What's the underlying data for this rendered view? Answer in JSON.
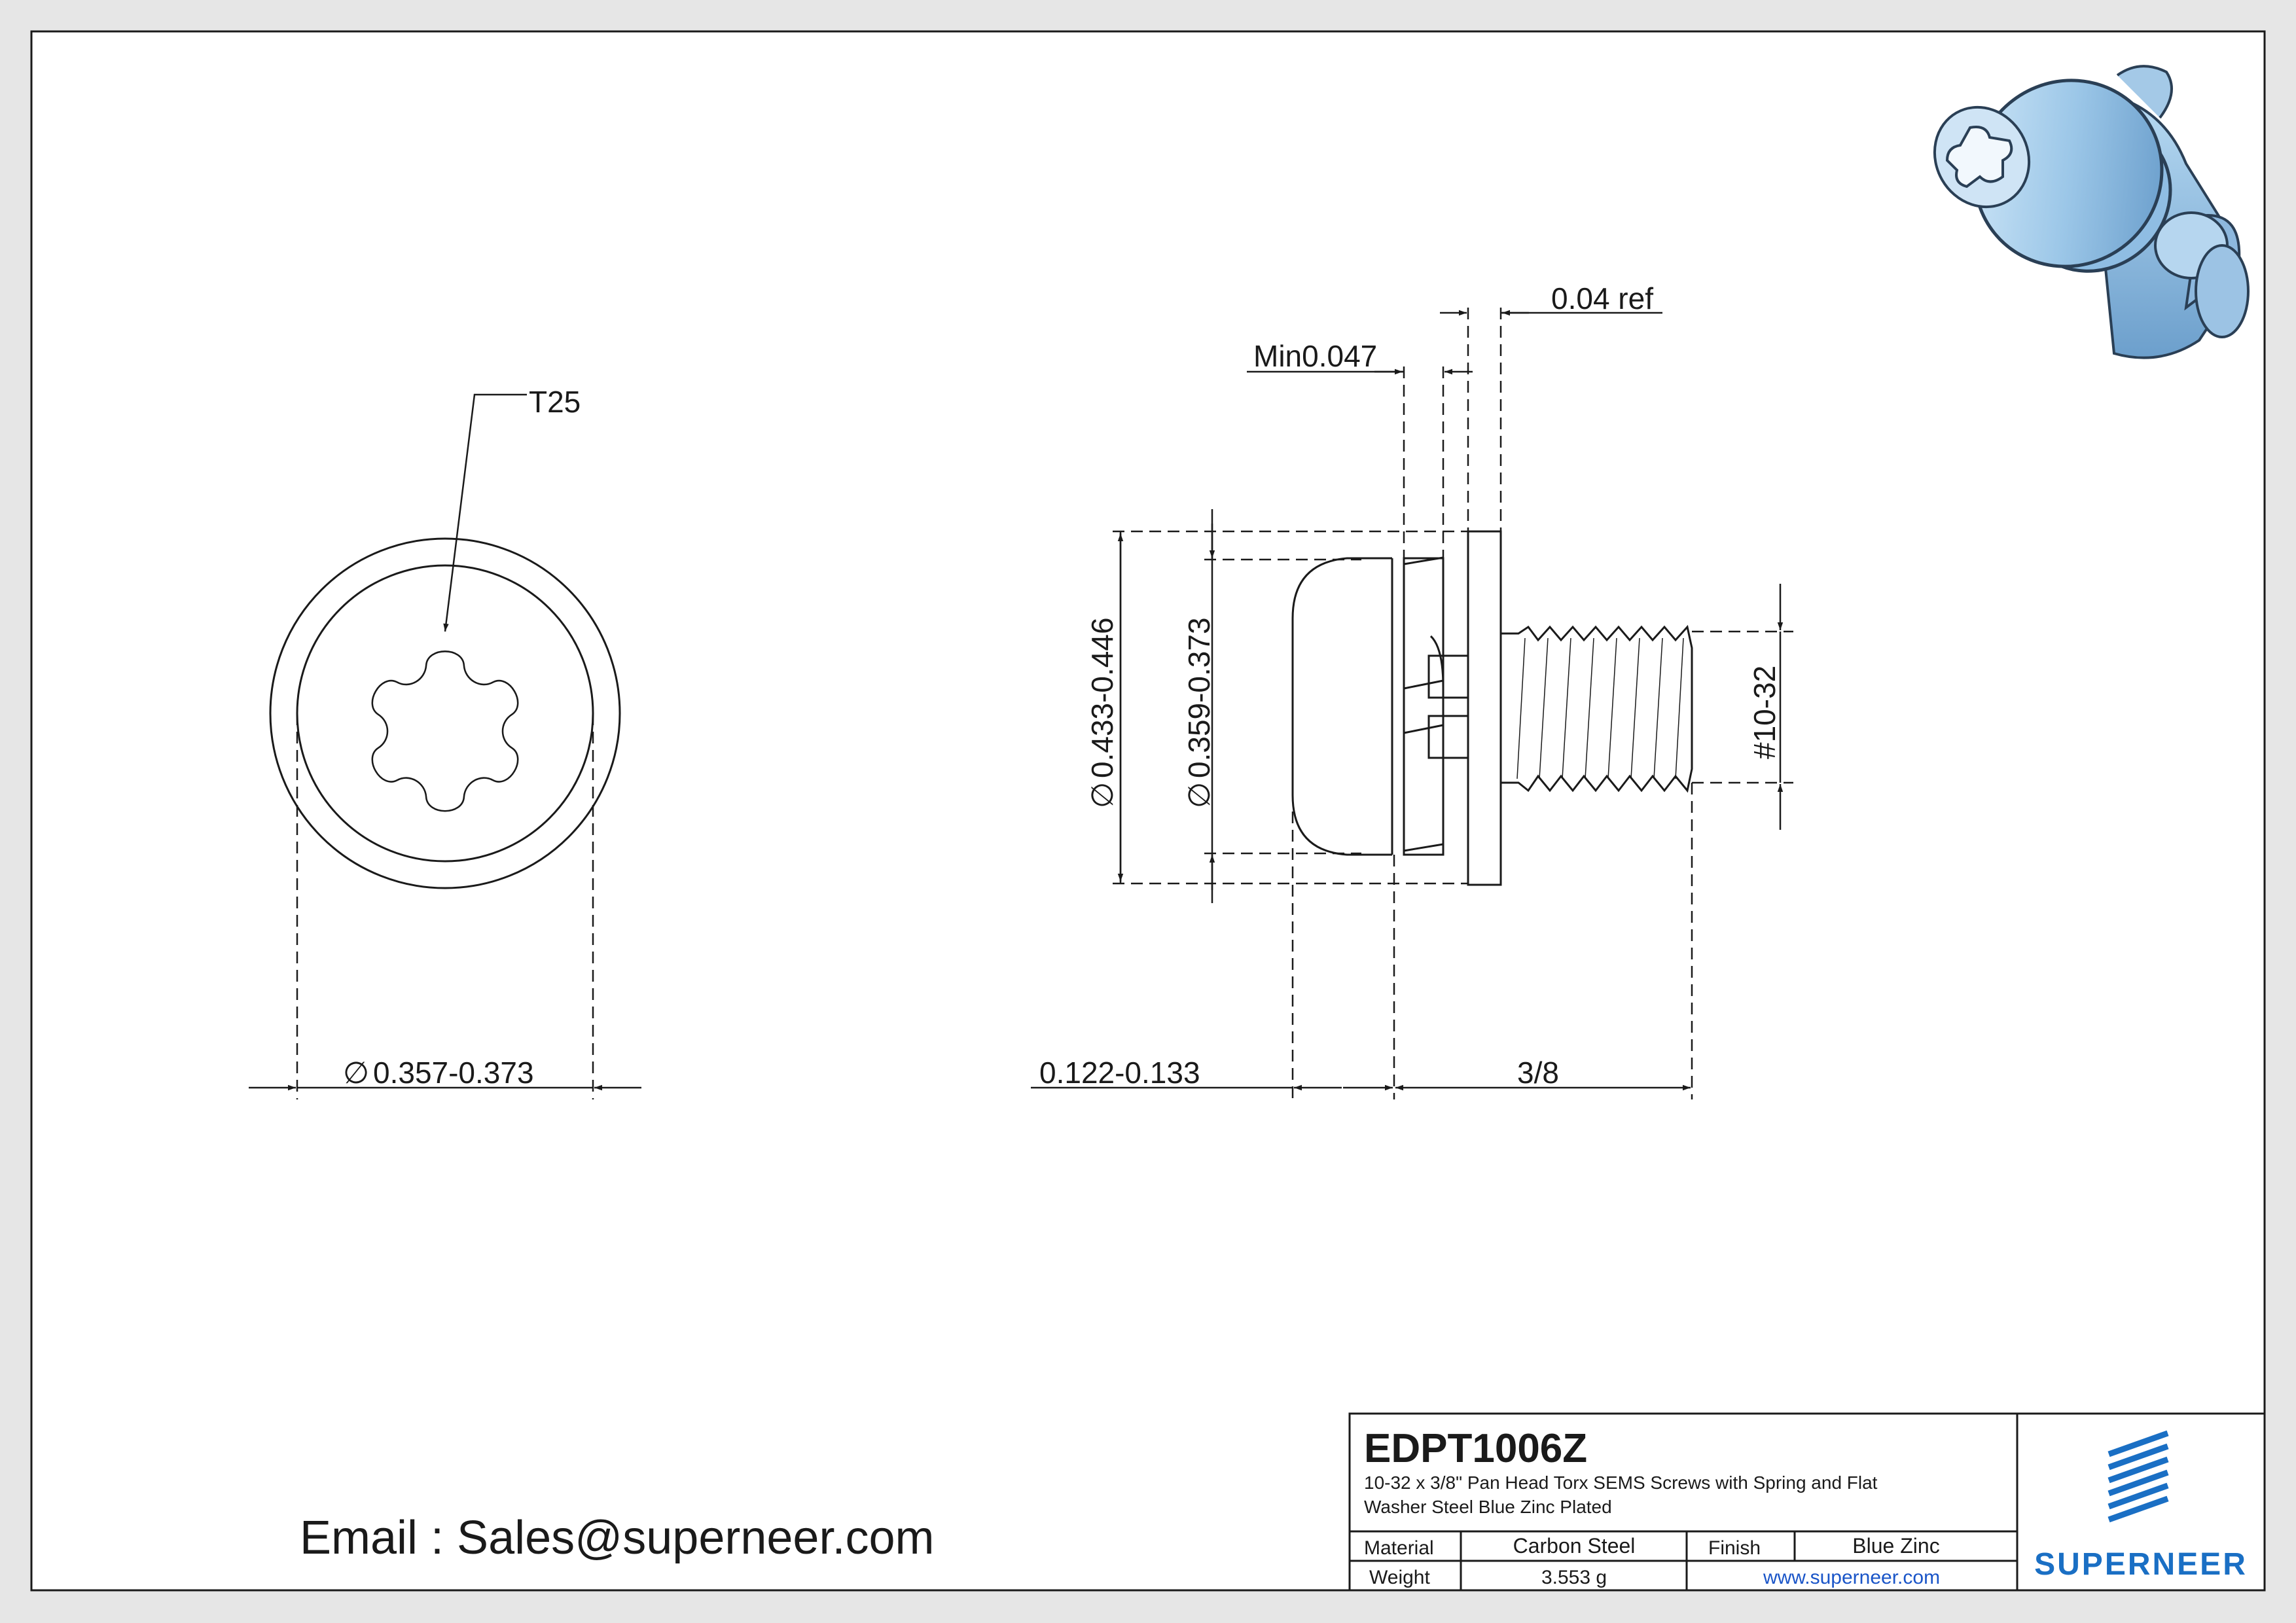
{
  "drawing": {
    "front_view": {
      "drive_callout": "T25",
      "head_diameter": "0.357-0.373",
      "diameter_symbol": "∅"
    },
    "side_view": {
      "washer_thickness_ref": "0.04 ref",
      "spring_washer_min": "Min0.047",
      "flat_washer_diameter": "0.433-0.446",
      "spring_washer_diameter": "0.359-0.373",
      "thread_size": "#10-32",
      "head_height": "0.122-0.133",
      "length": "3/8",
      "diameter_symbol": "∅"
    },
    "email_line": "Email : Sales@superneer.com"
  },
  "title_block": {
    "part_number": "EDPT1006Z",
    "description_line1": "10-32 x 3/8\" Pan Head Torx SEMS Screws with Spring and Flat",
    "description_line2": "Washer Steel Blue Zinc Plated",
    "material_label": "Material",
    "material_value": "Carbon Steel",
    "finish_label": "Finish",
    "finish_value": "Blue Zinc",
    "weight_label": "Weight",
    "weight_value": "3.553 g",
    "website": "www.superneer.com",
    "brand": "SUPERNEER"
  },
  "colors": {
    "line": "#1a1a1a",
    "brand_blue": "#1a6fc4",
    "link_blue": "#1a55c8",
    "render_blue": "#a9cde8"
  }
}
